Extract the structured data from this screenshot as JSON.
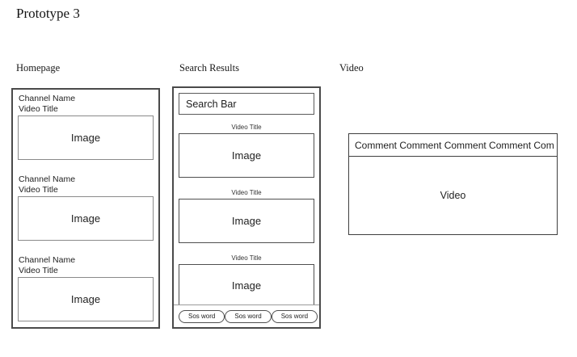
{
  "page": {
    "title": "Prototype 3"
  },
  "colors": {
    "background": "#ffffff",
    "panel_border": "#4a4a4a",
    "light_border": "#8a8a8a",
    "text": "#1d1d1d"
  },
  "homepage": {
    "label": "Homepage",
    "items": [
      {
        "channel": "Channel Name",
        "video_title": "Video Title",
        "image_label": "Image"
      },
      {
        "channel": "Channel Name",
        "video_title": "Video Title",
        "image_label": "Image"
      },
      {
        "channel": "Channel Name",
        "video_title": "Video Title",
        "image_label": "Image"
      }
    ]
  },
  "search": {
    "label": "Search Results",
    "search_bar": "Search Bar",
    "results": [
      {
        "video_title": "Video Title",
        "image_label": "Image"
      },
      {
        "video_title": "Video Title",
        "image_label": "Image"
      },
      {
        "video_title": "Video Title",
        "image_label": "Image"
      }
    ],
    "suggestions": [
      "Sos word",
      "Sos word",
      "Sos word"
    ]
  },
  "video": {
    "label": "Video",
    "comment_bar": "Comment Comment Comment Comment Com",
    "player_label": "Video"
  }
}
